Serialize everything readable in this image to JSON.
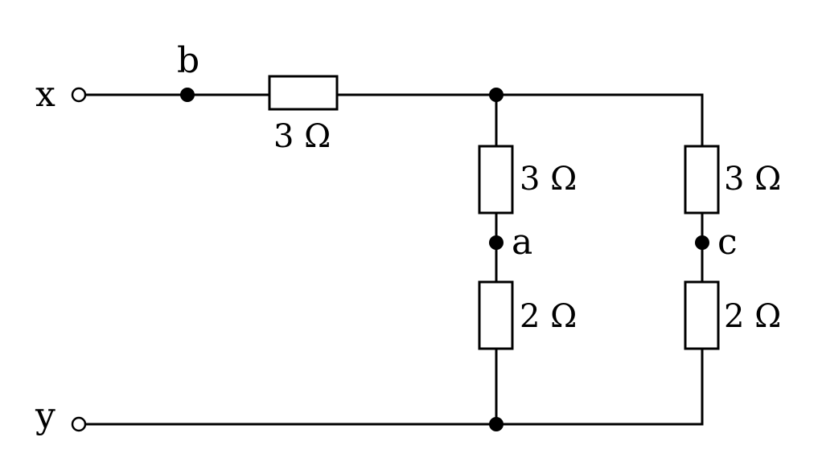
{
  "terminals": {
    "x": "x",
    "y": "y"
  },
  "nodes": {
    "a": "a",
    "b": "b",
    "c": "c"
  },
  "resistors": {
    "series_top": "3 Ω",
    "branch_a_upper": "3 Ω",
    "branch_a_lower": "2 Ω",
    "branch_c_upper": "3 Ω",
    "branch_c_lower": "2 Ω"
  }
}
